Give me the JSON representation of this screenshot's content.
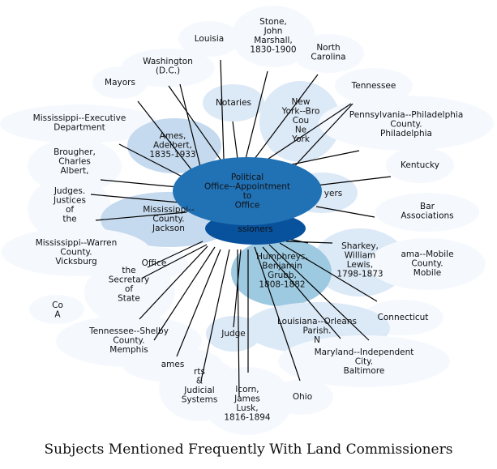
{
  "caption": "Subjects Mentioned Frequently With Land Commissioners",
  "colors": {
    "faint": "#f5f9fe",
    "light": "#dce9f6",
    "medium": "#c5daef",
    "steel": "#9ecae1",
    "blue": "#2171b5",
    "dark": "#08519c",
    "edge": "#000000",
    "text": "#111111"
  },
  "nodes": [
    {
      "id": "stone-john-marshall",
      "lines": [
        "Stone,",
        "John",
        "Marshall,",
        "1830-1900"
      ],
      "shade": "faint"
    },
    {
      "id": "louisia",
      "lines": [
        "Louisia"
      ],
      "shade": "faint"
    },
    {
      "id": "north-carolina",
      "lines": [
        "North",
        "Carolina"
      ],
      "shade": "faint"
    },
    {
      "id": "washington-dc",
      "lines": [
        "Washington",
        "(D.C.)"
      ],
      "shade": "faint"
    },
    {
      "id": "mayors",
      "lines": [
        "Mayors"
      ],
      "shade": "faint"
    },
    {
      "id": "tennessee",
      "lines": [
        "Tennessee"
      ],
      "shade": "faint"
    },
    {
      "id": "notaries",
      "lines": [
        "Notaries"
      ],
      "shade": "light"
    },
    {
      "id": "new-york",
      "lines": [
        "New",
        "York--Bro",
        "Cou",
        "Ne",
        "York"
      ],
      "shade": "light"
    },
    {
      "id": "mississippi-executive-department",
      "lines": [
        "Mississippi--Executive",
        "Department"
      ],
      "shade": "faint"
    },
    {
      "id": "pennsylvania-philadelphia",
      "lines": [
        "Pennsylvania--Philadelphia",
        "County.",
        "Philadelphia"
      ],
      "shade": "faint"
    },
    {
      "id": "ames-adelbert",
      "lines": [
        "Ames,",
        "Adelbert,",
        "1835-1933"
      ],
      "shade": "medium"
    },
    {
      "id": "brougher-charles-albert",
      "lines": [
        "Brougher,",
        "Charles",
        "Albert,"
      ],
      "shade": "faint"
    },
    {
      "id": "kentucky",
      "lines": [
        "Kentucky"
      ],
      "shade": "faint"
    },
    {
      "id": "political-office-appointment",
      "lines": [
        "Political",
        "Office--Appointment",
        "to",
        "Office"
      ],
      "shade": "blue"
    },
    {
      "id": "lawyers",
      "lines": [
        "yers"
      ],
      "shade": "light"
    },
    {
      "id": "judges-justices",
      "lines": [
        "Judges.",
        "Justices",
        "of",
        "the"
      ],
      "shade": "faint"
    },
    {
      "id": "bar-associations",
      "lines": [
        "Bar",
        "Associations"
      ],
      "shade": "faint"
    },
    {
      "id": "mississippi-jackson",
      "lines": [
        "Mississippi--",
        "County.",
        "Jackson"
      ],
      "shade": "medium"
    },
    {
      "id": "land-commissioners",
      "lines": [
        "ssioners"
      ],
      "shade": "dark"
    },
    {
      "id": "sharkey-william-lewis",
      "lines": [
        "Sharkey,",
        "William",
        "Lewis,",
        "1798-1873"
      ],
      "shade": "light"
    },
    {
      "id": "alabama-mobile",
      "lines": [
        "ama--Mobile",
        "County.",
        "Mobile"
      ],
      "shade": "faint"
    },
    {
      "id": "mississippi-warren-vicksburg",
      "lines": [
        "Mississippi--Warren",
        "County.",
        "Vicksburg"
      ],
      "shade": "faint"
    },
    {
      "id": "office",
      "lines": [
        "Office"
      ],
      "shade": "faint"
    },
    {
      "id": "humphreys-benjamin-grubb",
      "lines": [
        "Humphreys,",
        "Benjamin",
        "Grubb,",
        "1808-1882"
      ],
      "shade": "steel"
    },
    {
      "id": "secretary-of-state",
      "lines": [
        "the",
        "Secretary",
        "of",
        "State"
      ],
      "shade": "faint"
    },
    {
      "id": "connecticut",
      "lines": [
        "Connecticut"
      ],
      "shade": "faint"
    },
    {
      "id": "co-a",
      "lines": [
        "Co",
        "A"
      ],
      "shade": "faint"
    },
    {
      "id": "louisiana-orleans",
      "lines": [
        "Louisiana--Orleans",
        "Parish.",
        "N"
      ],
      "shade": "light"
    },
    {
      "id": "tennessee-shelby-memphis",
      "lines": [
        "Tennessee--Shelby",
        "County.",
        "Memphis"
      ],
      "shade": "faint"
    },
    {
      "id": "judge",
      "lines": [
        "Judge"
      ],
      "shade": "light"
    },
    {
      "id": "maryland-baltimore",
      "lines": [
        "Maryland--Independent",
        "City.",
        "Baltimore"
      ],
      "shade": "faint"
    },
    {
      "id": "names",
      "lines": [
        "ames"
      ],
      "shade": "faint"
    },
    {
      "id": "courts-judicial-systems",
      "lines": [
        "rts",
        "&",
        "Judicial",
        "Systems"
      ],
      "shade": "faint"
    },
    {
      "id": "alcorn-james-lusk",
      "lines": [
        "lcorn,",
        "James",
        "Lusk,",
        "1816-1894"
      ],
      "shade": "faint"
    },
    {
      "id": "ohio",
      "lines": [
        "Ohio"
      ],
      "shade": "faint"
    }
  ]
}
